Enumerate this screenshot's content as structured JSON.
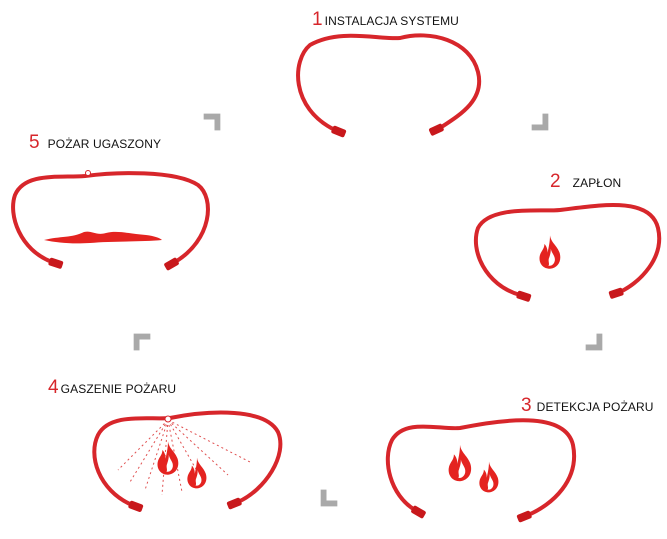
{
  "colors": {
    "tube": "#d7262b",
    "connector": "#c8181c",
    "flame": "#e42320",
    "arrow": "#a9a9a9",
    "step_number": "#d7262b",
    "label_text": "#111111",
    "spray": "#e05050"
  },
  "steps": [
    {
      "number": "1",
      "label": "INSTALACJA SYSTEMU"
    },
    {
      "number": "2",
      "label": "ZAPŁON"
    },
    {
      "number": "3",
      "label": "DETEKCJA POŻARU"
    },
    {
      "number": "4",
      "label": "GASZENIE POŻARU"
    },
    {
      "number": "5",
      "label": "POŻAR UGASZONY"
    }
  ],
  "icons": {
    "arrow": "chevron-arrow-icon",
    "flame": "flame-icon",
    "connector": "tube-end-connector-icon"
  }
}
